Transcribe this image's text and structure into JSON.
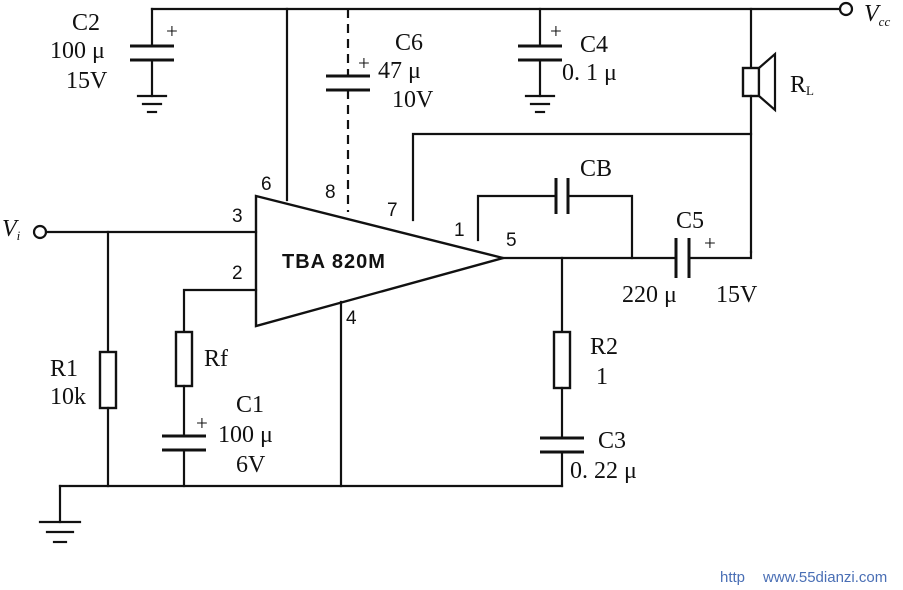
{
  "chip": {
    "name": "TBA 820M"
  },
  "pins": {
    "p1": "1",
    "p2": "2",
    "p3": "3",
    "p4": "4",
    "p5": "5",
    "p6": "6",
    "p7": "7",
    "p8": "8"
  },
  "terminals": {
    "vin": {
      "main": "V",
      "sub": "i"
    },
    "vcc": {
      "main": "V",
      "sub": "cc"
    }
  },
  "components": {
    "c2": {
      "name": "C2",
      "value": "100 μ",
      "rating": "15V"
    },
    "c6": {
      "name": "C6",
      "value": "47 μ",
      "rating": "10V"
    },
    "c4": {
      "name": "C4",
      "value": "0. 1 μ"
    },
    "rl": {
      "name": "R",
      "sub": "L"
    },
    "cb": {
      "name": "CB"
    },
    "c5": {
      "name": "C5",
      "value": "220 μ",
      "rating": "15V"
    },
    "r1": {
      "name": "R1",
      "value": "10k"
    },
    "rf": {
      "name": "Rf"
    },
    "c1": {
      "name": "C1",
      "value": "100 μ",
      "rating": "6V"
    },
    "r2": {
      "name": "R2",
      "value": "1"
    },
    "c3": {
      "name": "C3",
      "value": "0. 22 μ"
    }
  },
  "polarity": {
    "plus": "+"
  },
  "watermark": {
    "prefix": "http",
    "url": "www.55dianzi.com"
  }
}
